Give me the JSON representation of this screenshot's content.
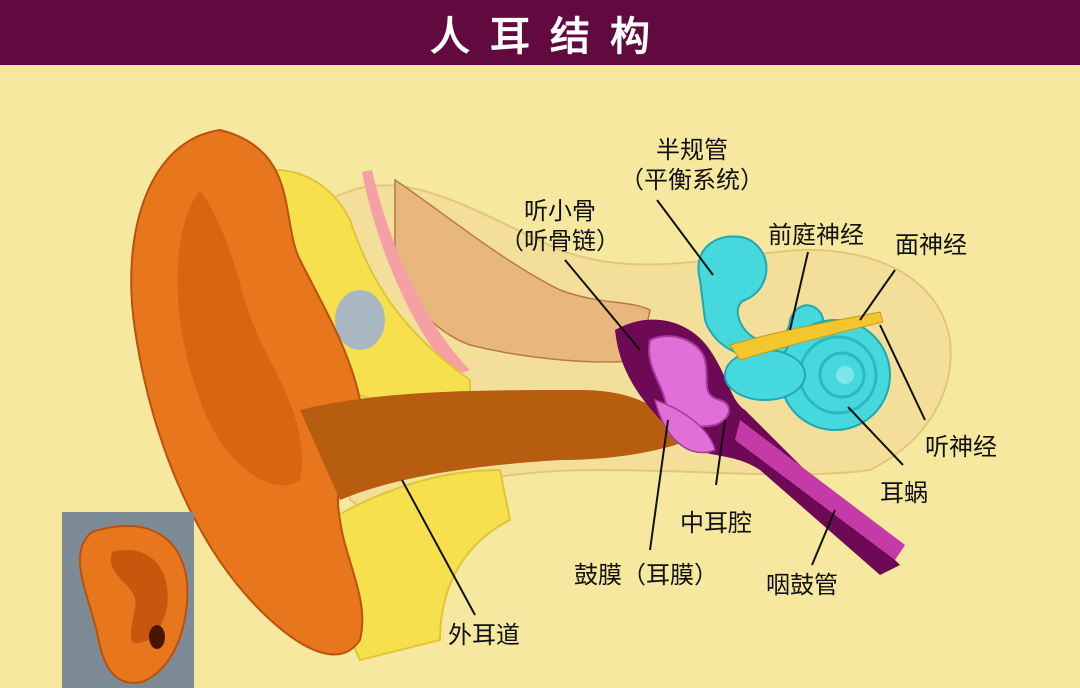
{
  "title": "人耳结构",
  "colors": {
    "header_bg": "#62093f",
    "background": "#f6e89f",
    "outer_ear": "#e8761c",
    "ear_canal": "#b75d10",
    "bone": "#f1d24a",
    "middle_ear": "#6e0a55",
    "ossicles": "#e070d8",
    "cochlea": "#45d8dc",
    "nerve": "#f3c62d"
  },
  "labels": {
    "semicircular": {
      "line1": "半规管",
      "line2": "（平衡系统）"
    },
    "ossicles": {
      "line1": "听小骨",
      "line2": "（听骨链）"
    },
    "vestibular_nerve": "前庭神经",
    "facial_nerve": "面神经",
    "auditory_nerve": "听神经",
    "cochlea": "耳蜗",
    "middle_ear_cavity": "中耳腔",
    "eardrum": "鼓膜（耳膜）",
    "eustachian_tube": "咽鼓管",
    "ear_canal": "外耳道"
  }
}
